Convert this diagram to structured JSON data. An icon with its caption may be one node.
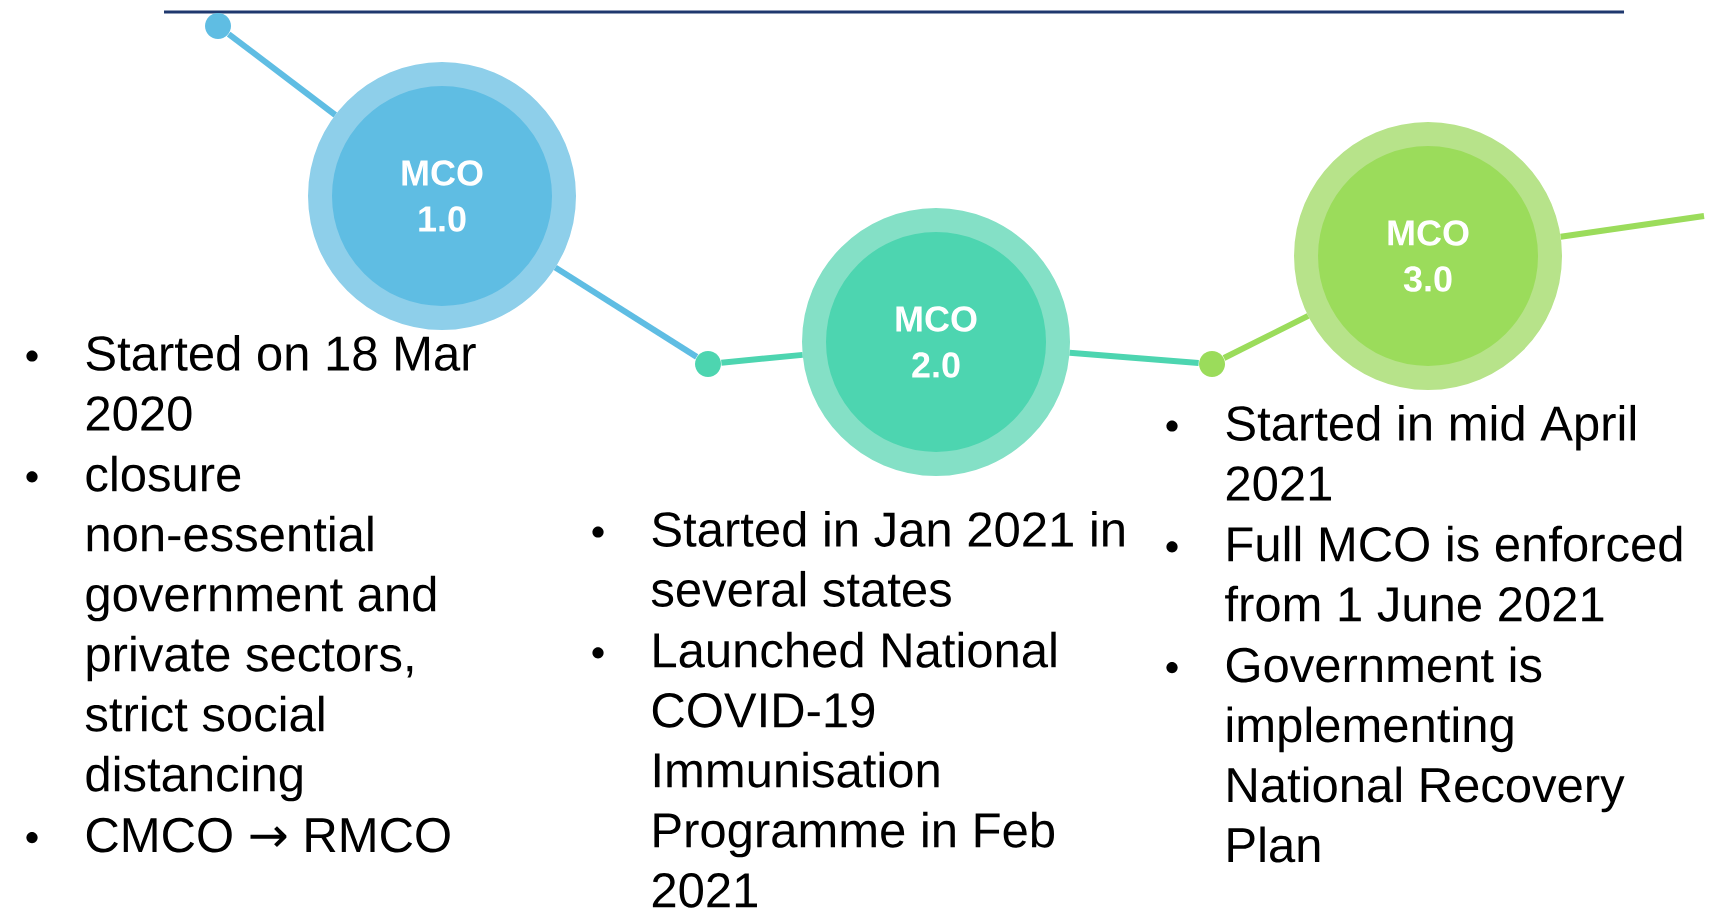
{
  "diagram": {
    "nodes": [
      {
        "text": [],
        "shape": "circle"
      },
      {
        "text": [
          "MCO 1.0"
        ],
        "beside": [
          "Started on 18 Mar 2020",
          "closure non-essential government and private sectors, strict social distancing",
          "CMCO → RMCO"
        ]
      },
      {
        "text": [],
        "shape": "circle"
      },
      {
        "text": [
          "MCO 2.0"
        ],
        "beside": [
          "Started in Jan 2021 in several states",
          "Launched National COVID-19 Immunisation Programme in Feb 2021"
        ]
      },
      {
        "text": [],
        "shape": "circle"
      },
      {
        "text": [
          "MCO 3.0"
        ],
        "beside": [
          "Started in mid April 2021",
          "Full MCO is enforced from 1 June 2021",
          "Government is implementing National Recovery Plan"
        ]
      }
    ],
    "edges": [
      {
        "from": 0,
        "to": 1,
        "arrow": "none",
        "color": "#5fbde3"
      },
      {
        "from": 1,
        "to": 2,
        "arrow": "none",
        "color": "#5fbde3"
      },
      {
        "from": 2,
        "to": 3,
        "arrow": "none",
        "color": "#4dd5b0"
      },
      {
        "from": 3,
        "to": 4,
        "arrow": "none",
        "color": "#4dd5b0"
      },
      {
        "from": 4,
        "to": 5,
        "arrow": "none",
        "color": "#9bdc5b"
      },
      {
        "from": 5,
        "to": null,
        "arrow": "none",
        "color": "#9bdc5b"
      }
    ]
  }
}
